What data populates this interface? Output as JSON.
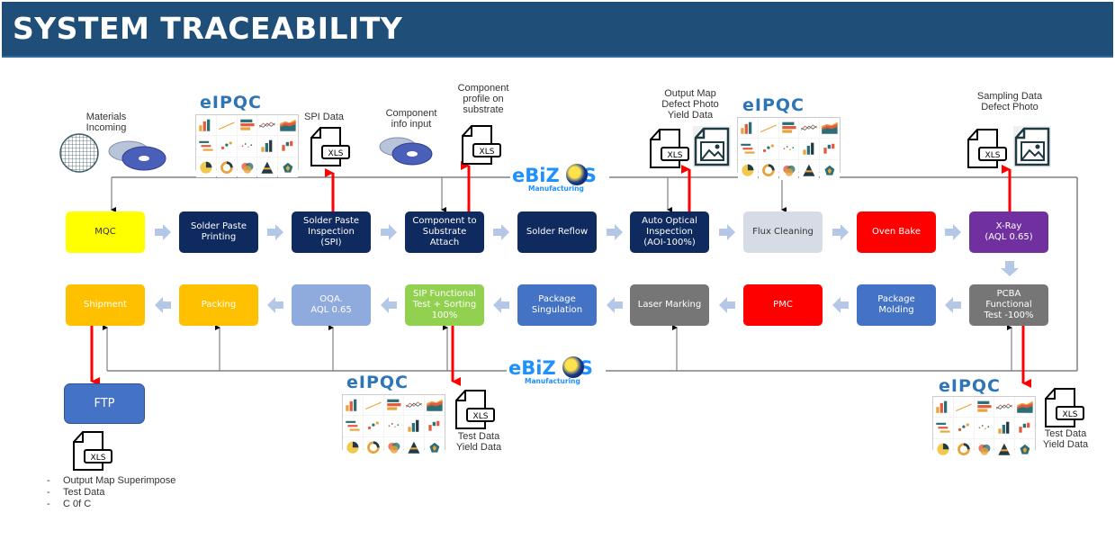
{
  "header": {
    "title": "SYSTEM TRACEABILITY"
  },
  "colors": {
    "header_bg": "#1f4e79",
    "mqc": "#ffff00",
    "navy": "#0f2a5f",
    "flux": "#d6dce5",
    "red": "#ff0000",
    "purple": "#7030a0",
    "gray": "#767676",
    "blue": "#4472c4",
    "light_blue": "#8faadc",
    "green": "#92d050",
    "orange": "#ffc000",
    "arrow": "#b4c7e7",
    "data_arrow": "#ff0000"
  },
  "process": {
    "row1": [
      {
        "id": "mqc",
        "label": "MQC"
      },
      {
        "id": "solder-paste-printing",
        "label": "Solder Paste\nPrinting"
      },
      {
        "id": "spi",
        "label": "Solder Paste\nInspection\n(SPI)"
      },
      {
        "id": "component-attach",
        "label": "Component to\nSubstrate\nAttach"
      },
      {
        "id": "solder-reflow",
        "label": "Solder Reflow"
      },
      {
        "id": "aoi",
        "label": "Auto Optical\nInspection\n(AOI-100%)"
      },
      {
        "id": "flux-cleaning",
        "label": "Flux Cleaning"
      },
      {
        "id": "oven-bake",
        "label": "Oven Bake"
      },
      {
        "id": "x-ray",
        "label": "X-Ray\n(AQL 0.65)"
      }
    ],
    "row2": [
      {
        "id": "shipment",
        "label": "Shipment"
      },
      {
        "id": "packing",
        "label": "Packing"
      },
      {
        "id": "oqa",
        "label": "OQA.\nAQL 0.65"
      },
      {
        "id": "sip-functional-test",
        "label": "SIP Functional\nTest + Sorting\n100%"
      },
      {
        "id": "package-singulation",
        "label": "Package\nSingulation"
      },
      {
        "id": "laser-marking",
        "label": "Laser Marking"
      },
      {
        "id": "pmc",
        "label": "PMC"
      },
      {
        "id": "package-molding",
        "label": "Package\nMolding"
      },
      {
        "id": "pcba-functional-test",
        "label": "PCBA\nFunctional\nTest -100%"
      }
    ],
    "ftp": {
      "label": "FTP"
    }
  },
  "labels": {
    "materials_incoming": "Materials\nIncoming",
    "spi_data": "SPI Data",
    "component_info_input": "Component\ninfo input",
    "component_profile": "Component\nprofile on\nsubstrate",
    "aoi_outputs": "Output Map\nDefect Photo\nYield Data",
    "xray_outputs": "Sampling Data\nDefect Photo",
    "sip_test_outputs": "Test Data\nYield Data",
    "pcba_test_outputs": "Test Data\nYield Data"
  },
  "eipqc": {
    "title": "eIPQC"
  },
  "ebizos": {
    "name_left": "eBiZ",
    "name_right": "S",
    "sub": "Manufacturing"
  },
  "file_icon": {
    "label": "XLS"
  },
  "ftp_notes": {
    "dash": "-",
    "items": [
      "Output Map Superimpose",
      "Test Data",
      "C 0f C"
    ]
  }
}
